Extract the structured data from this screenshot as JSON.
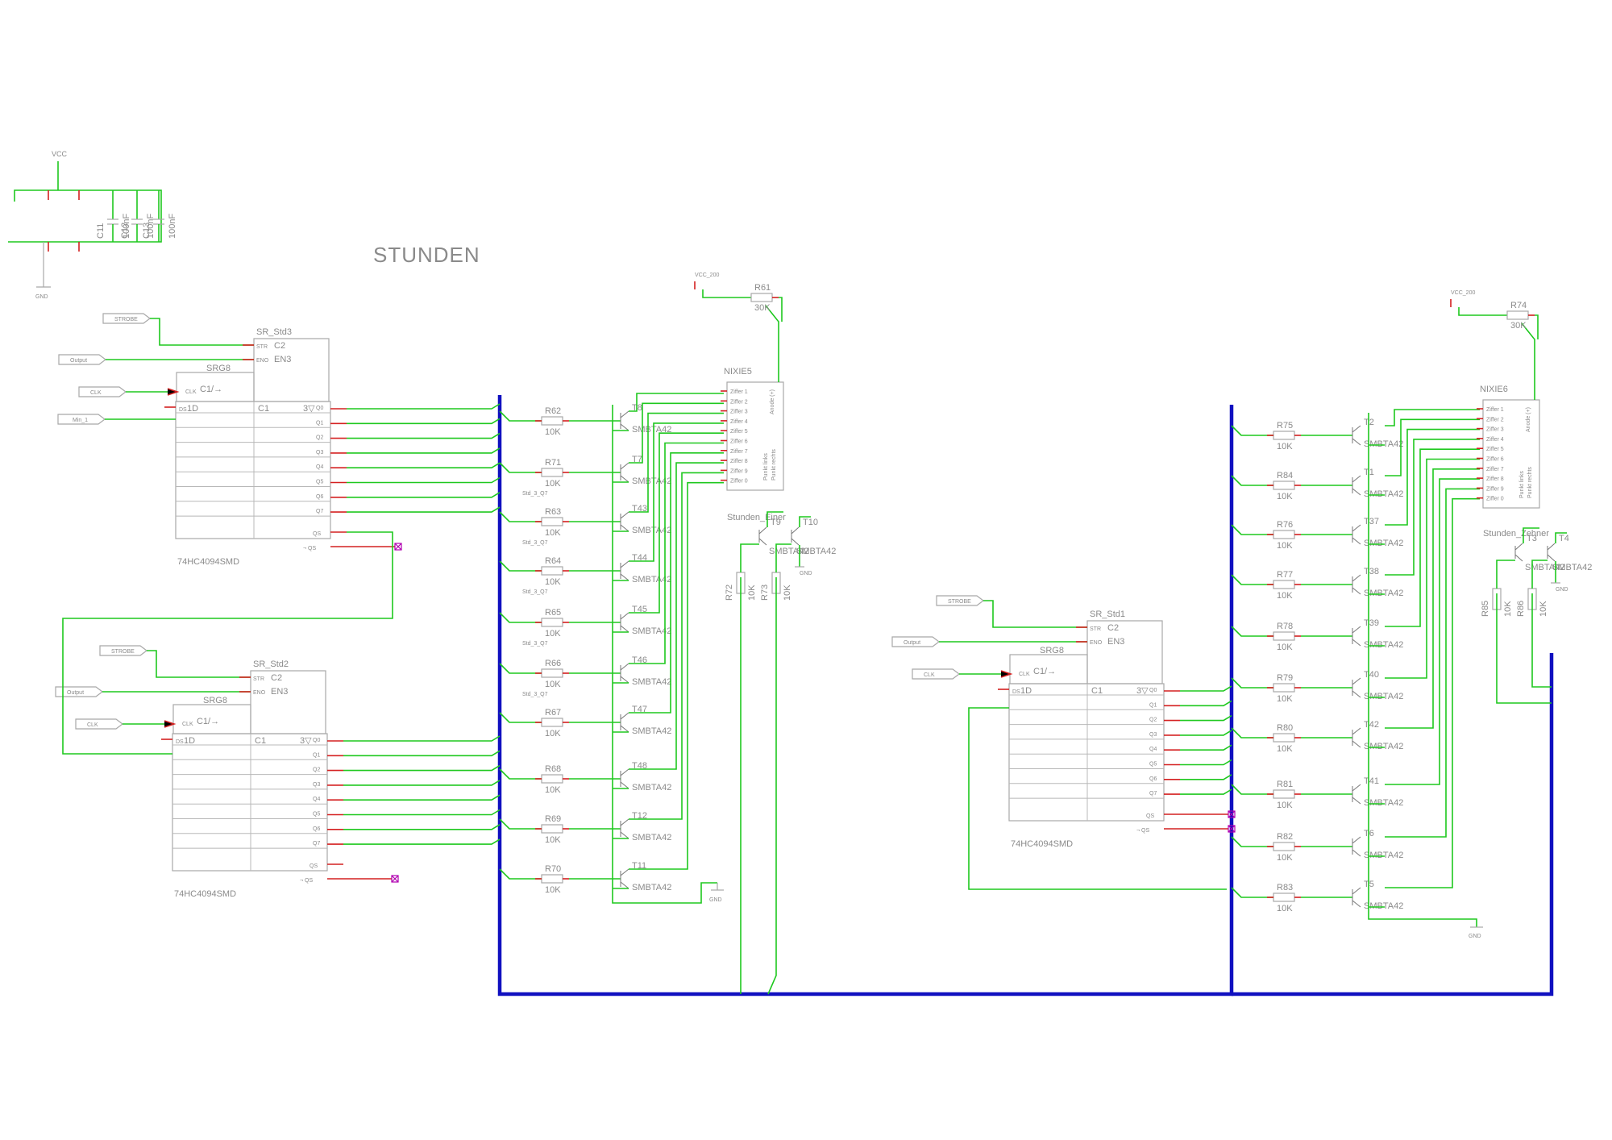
{
  "sheet_title": "STUNDEN",
  "power": {
    "vcc": "VCC",
    "gnd": "GND",
    "vcc200": "VCC_200"
  },
  "caps": [
    {
      "ref": "C11",
      "value": "100nF"
    },
    {
      "ref": "C12",
      "value": "100nF"
    },
    {
      "ref": "C13",
      "value": "100nF"
    }
  ],
  "port_labels": {
    "strobe": "STROBE",
    "output": "Output",
    "clk": "CLK",
    "min1": "Min_1"
  },
  "shift_register_parts": {
    "type": "74HC4094SMD",
    "srg_label": "SRG8",
    "str_pin": "STR",
    "eno_pin": "ENO",
    "clk_pin": "CLK",
    "ds_pin": "DS",
    "c2": "C2",
    "en3": "EN3",
    "c1": "C1/→",
    "d1": "1D",
    "c1b": "C1",
    "q3": "3▽",
    "outputs": [
      "Q0",
      "Q1",
      "Q2",
      "Q3",
      "Q4",
      "Q5",
      "Q6",
      "Q7"
    ],
    "qs1": "QS",
    "qs2": "¬ QS"
  },
  "shift_registers": [
    {
      "name": "SR_Std3"
    },
    {
      "name": "SR_Std2"
    },
    {
      "name": "SR_Std1"
    }
  ],
  "net_labels": [
    "Std_3_Q7",
    "Std_3_Q7",
    "Std_3_Q7",
    "Std_3_Q7",
    "Std_3_Q7"
  ],
  "nixies": [
    {
      "name": "NIXIE5",
      "anode": "Anode (+)",
      "digits": [
        "Ziffer 1",
        "Ziffer 2",
        "Ziffer 3",
        "Ziffer 4",
        "Ziffer 5",
        "Ziffer 6",
        "Ziffer 7",
        "Ziffer 8",
        "Ziffer 9",
        "Ziffer 0"
      ],
      "dots": [
        "Punkt links",
        "Punkt rechts"
      ],
      "anode_res": {
        "ref": "R61",
        "value": "30K"
      },
      "digit_group": "Stunden_Einer"
    },
    {
      "name": "NIXIE6",
      "anode": "Anode (+)",
      "digits": [
        "Ziffer 1",
        "Ziffer 2",
        "Ziffer 3",
        "Ziffer 4",
        "Ziffer 5",
        "Ziffer 6",
        "Ziffer 7",
        "Ziffer 8",
        "Ziffer 9",
        "Ziffer 0"
      ],
      "dots": [
        "Punkt links",
        "Punkt rechts"
      ],
      "anode_res": {
        "ref": "R74",
        "value": "30K"
      },
      "digit_group": "Stunden_Zehner"
    }
  ],
  "transistor_type": "SMBTA42",
  "left_driver_rows": [
    {
      "r": "R62",
      "t": "T8"
    },
    {
      "r": "R71",
      "t": "T7"
    },
    {
      "r": "R63",
      "t": "T43"
    },
    {
      "r": "R64",
      "t": "T44"
    },
    {
      "r": "R65",
      "t": "T45"
    },
    {
      "r": "R66",
      "t": "T46"
    },
    {
      "r": "R67",
      "t": "T47"
    },
    {
      "r": "R68",
      "t": "T48"
    },
    {
      "r": "R69",
      "t": "T12"
    },
    {
      "r": "R70",
      "t": "T11"
    }
  ],
  "right_driver_rows": [
    {
      "r": "R75",
      "t": "T2"
    },
    {
      "r": "R84",
      "t": "T1"
    },
    {
      "r": "R76",
      "t": "T37"
    },
    {
      "r": "R77",
      "t": "T38"
    },
    {
      "r": "R78",
      "t": "T39"
    },
    {
      "r": "R79",
      "t": "T40"
    },
    {
      "r": "R80",
      "t": "T42"
    },
    {
      "r": "R81",
      "t": "T41"
    },
    {
      "r": "R82",
      "t": "T6"
    },
    {
      "r": "R83",
      "t": "T5"
    }
  ],
  "base_res_value": "10K",
  "dot_drivers_left": {
    "t1": "T9",
    "t2": "T10",
    "r1": "R72",
    "r2": "R73",
    "val": "10K"
  },
  "dot_drivers_right": {
    "t1": "T3",
    "t2": "T4",
    "r1": "R85",
    "r2": "R86",
    "val": "10K"
  }
}
